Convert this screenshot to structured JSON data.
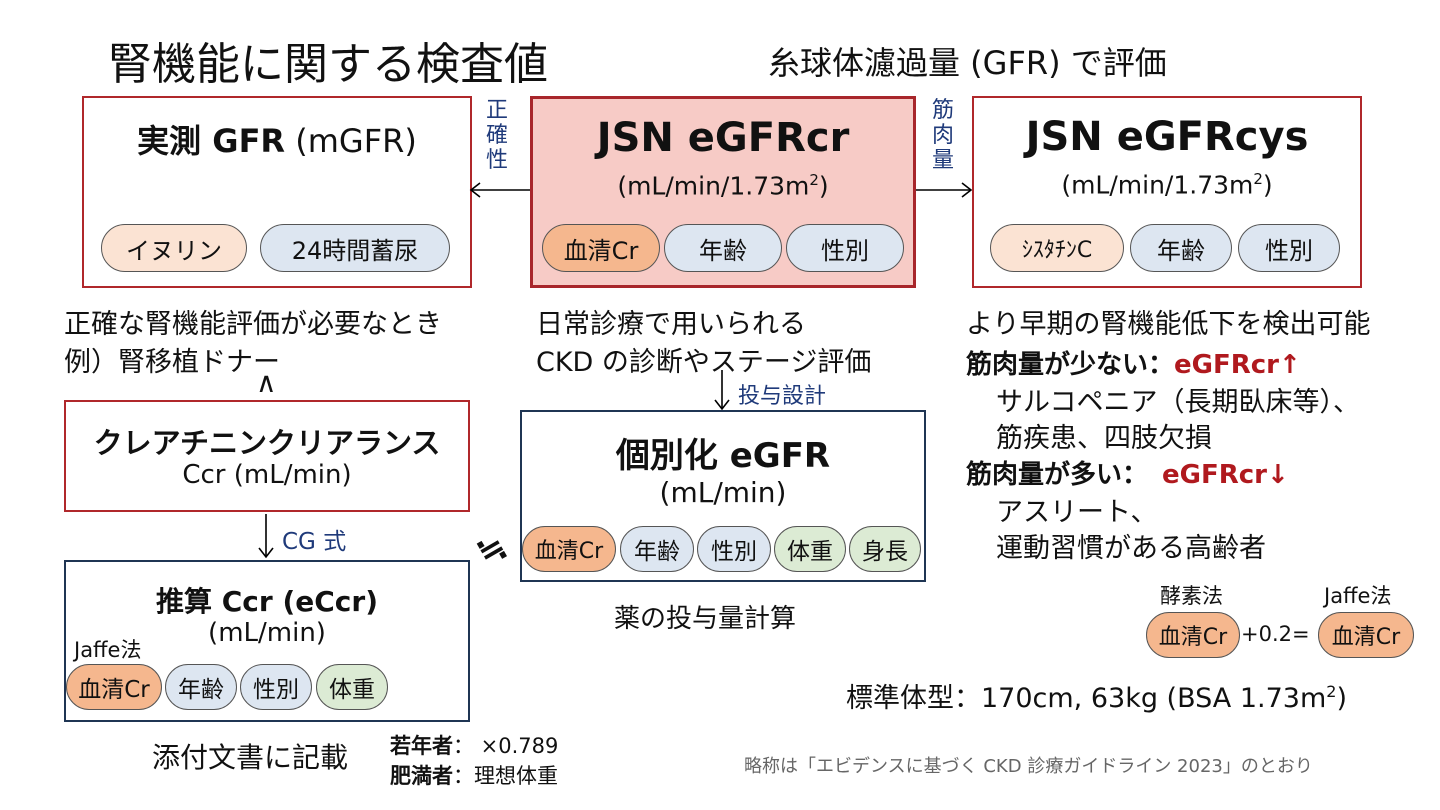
{
  "title": "腎機能に関する検査値",
  "subtitle": "糸球体濾過量 (GFR) で評価",
  "mgfr": {
    "title_bold": "実測 GFR",
    "title_rest": " (mGFR)",
    "pills": [
      "イヌリン",
      "24時間蓄尿"
    ],
    "desc1": "正確な腎機能評価が必要なとき",
    "desc2": "例）腎移植ドナー"
  },
  "egfrcr": {
    "title": "JSN eGFRcr",
    "unit": "(mL/min/1.73m",
    "unit_sup": "2",
    "unit_end": ")",
    "pills": [
      "血清Cr",
      "年齢",
      "性別"
    ],
    "desc1": "日常診療で用いられる",
    "desc2": "CKD の診断やステージ評価"
  },
  "egfrcys": {
    "title": "JSN eGFRcys",
    "unit": "(mL/min/1.73m",
    "unit_sup": "2",
    "unit_end": ")",
    "pills": [
      "ｼｽﾀﾁﾝC",
      "年齢",
      "性別"
    ],
    "desc": "より早期の腎機能低下を検出可能",
    "low_label": "筋肉量が少ない：",
    "low_value": "eGFRcr↑",
    "low_ex1": "サルコペニア（長期臥床等）、",
    "low_ex2": "筋疾患、四肢欠損",
    "high_label": "筋肉量が多い：",
    "high_value": "eGFRcr↓",
    "high_ex1": "アスリート、",
    "high_ex2": "運動習慣がある高齢者"
  },
  "arrows": {
    "left_label": [
      "正",
      "確",
      "性"
    ],
    "right_label": [
      "筋",
      "肉",
      "量"
    ],
    "down_caret": "∧",
    "dose_label": "投与設計",
    "cg_label": "CG 式",
    "approx": "≒"
  },
  "ccr": {
    "title": "クレアチニンクリアランス",
    "unit": "Ccr (mL/min)"
  },
  "eccr": {
    "title": "推算 Ccr (eCcr)",
    "unit": "(mL/min)",
    "jaffe": "Jaffe法",
    "pills": [
      "血清Cr",
      "年齢",
      "性別",
      "体重"
    ],
    "note": "添付文書に記載",
    "young_label": "若年者",
    "young_value": "：  ×0.789",
    "obese_label": "肥満者",
    "obese_value": "：理想体重"
  },
  "indiv": {
    "title": "個別化 eGFR",
    "unit": "(mL/min)",
    "pills": [
      "血清Cr",
      "年齢",
      "性別",
      "体重",
      "身長"
    ],
    "desc": "薬の投与量計算"
  },
  "conversion": {
    "enzyme": "酵素法",
    "jaffe": "Jaffe法",
    "pill": "血清Cr",
    "formula": "+0.2="
  },
  "standard": {
    "text": "標準体型：170cm, 63kg (BSA 1.73m",
    "sup": "2",
    "end": ")"
  },
  "footnote": "略称は「エビデンスに基づく CKD 診療ガイドライン 2023」のとおり",
  "colors": {
    "border_red": "#b0282b",
    "border_navy": "#1f3553",
    "center_fill": "#f7cbc6",
    "navy_text": "#1f3a7a",
    "red_text": "#b0191e",
    "pill_orange": "#f5b78e",
    "pill_peach": "#fbe3d3",
    "pill_blue": "#dde6f1",
    "pill_green": "#dcebd4"
  }
}
